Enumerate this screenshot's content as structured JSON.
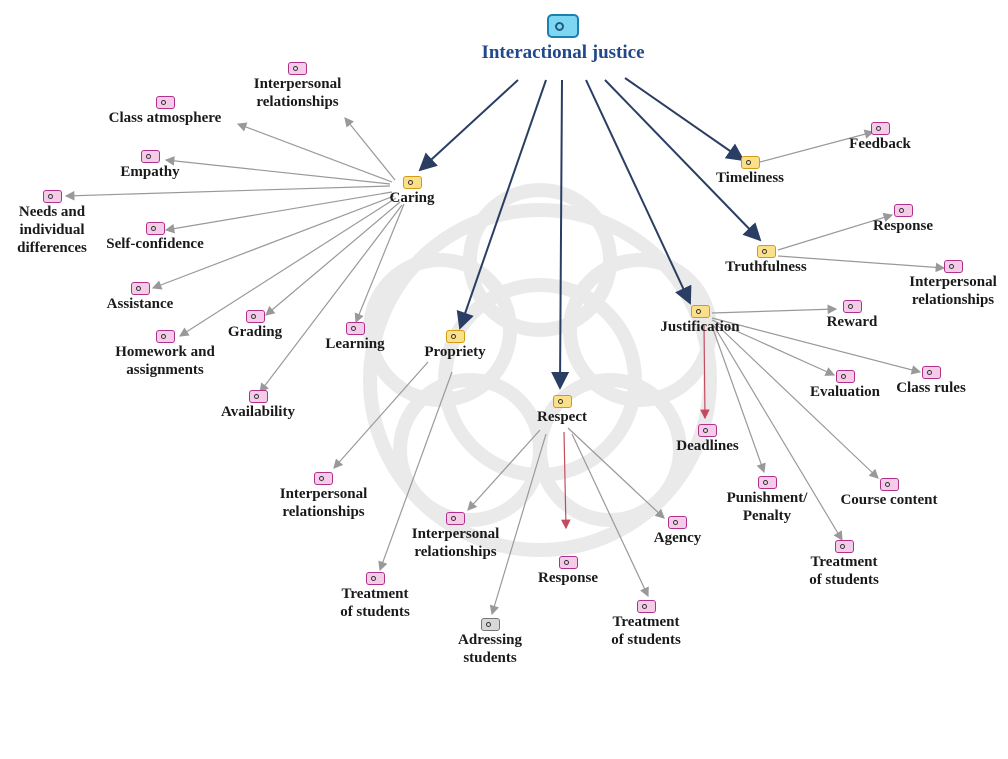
{
  "colors": {
    "root": "#7fd6f2",
    "category": "#fbe08c",
    "code": "#f4cce8",
    "main_edge": "#2a3e63"
  },
  "root": {
    "label": "Interactional justice"
  },
  "categories": {
    "caring": "Caring",
    "propriety": "Propriety",
    "respect": "Respect",
    "justification": "Justification",
    "truthfulness": "Truthfulness",
    "timeliness": "Timeliness"
  },
  "caring": {
    "interpersonal": "Interpersonal\nrelationships",
    "class_atmosphere": "Class atmosphere",
    "empathy": "Empathy",
    "needs": "Needs and\nindividual\ndifferences",
    "self_confidence": "Self-confidence",
    "assistance": "Assistance",
    "homework": "Homework and\nassignments",
    "grading": "Grading",
    "learning": "Learning",
    "availability": "Availability"
  },
  "timeliness": {
    "feedback": "Feedback"
  },
  "truthfulness": {
    "response": "Response",
    "interpersonal": "Interpersonal\nrelationships"
  },
  "justification": {
    "reward": "Reward",
    "evaluation": "Evaluation",
    "class_rules": "Class rules",
    "deadlines": "Deadlines",
    "punishment": "Punishment/\nPenalty",
    "course_content": "Course content",
    "treatment": "Treatment\nof students"
  },
  "propriety": {
    "interpersonal": "Interpersonal\nrelationships",
    "treatment": "Treatment\nof students"
  },
  "respect": {
    "interpersonal": "Interpersonal\nrelationships",
    "agency": "Agency",
    "response": "Response",
    "addressing": "Adressing\nstudents",
    "treatment": "Treatment\nof students"
  }
}
